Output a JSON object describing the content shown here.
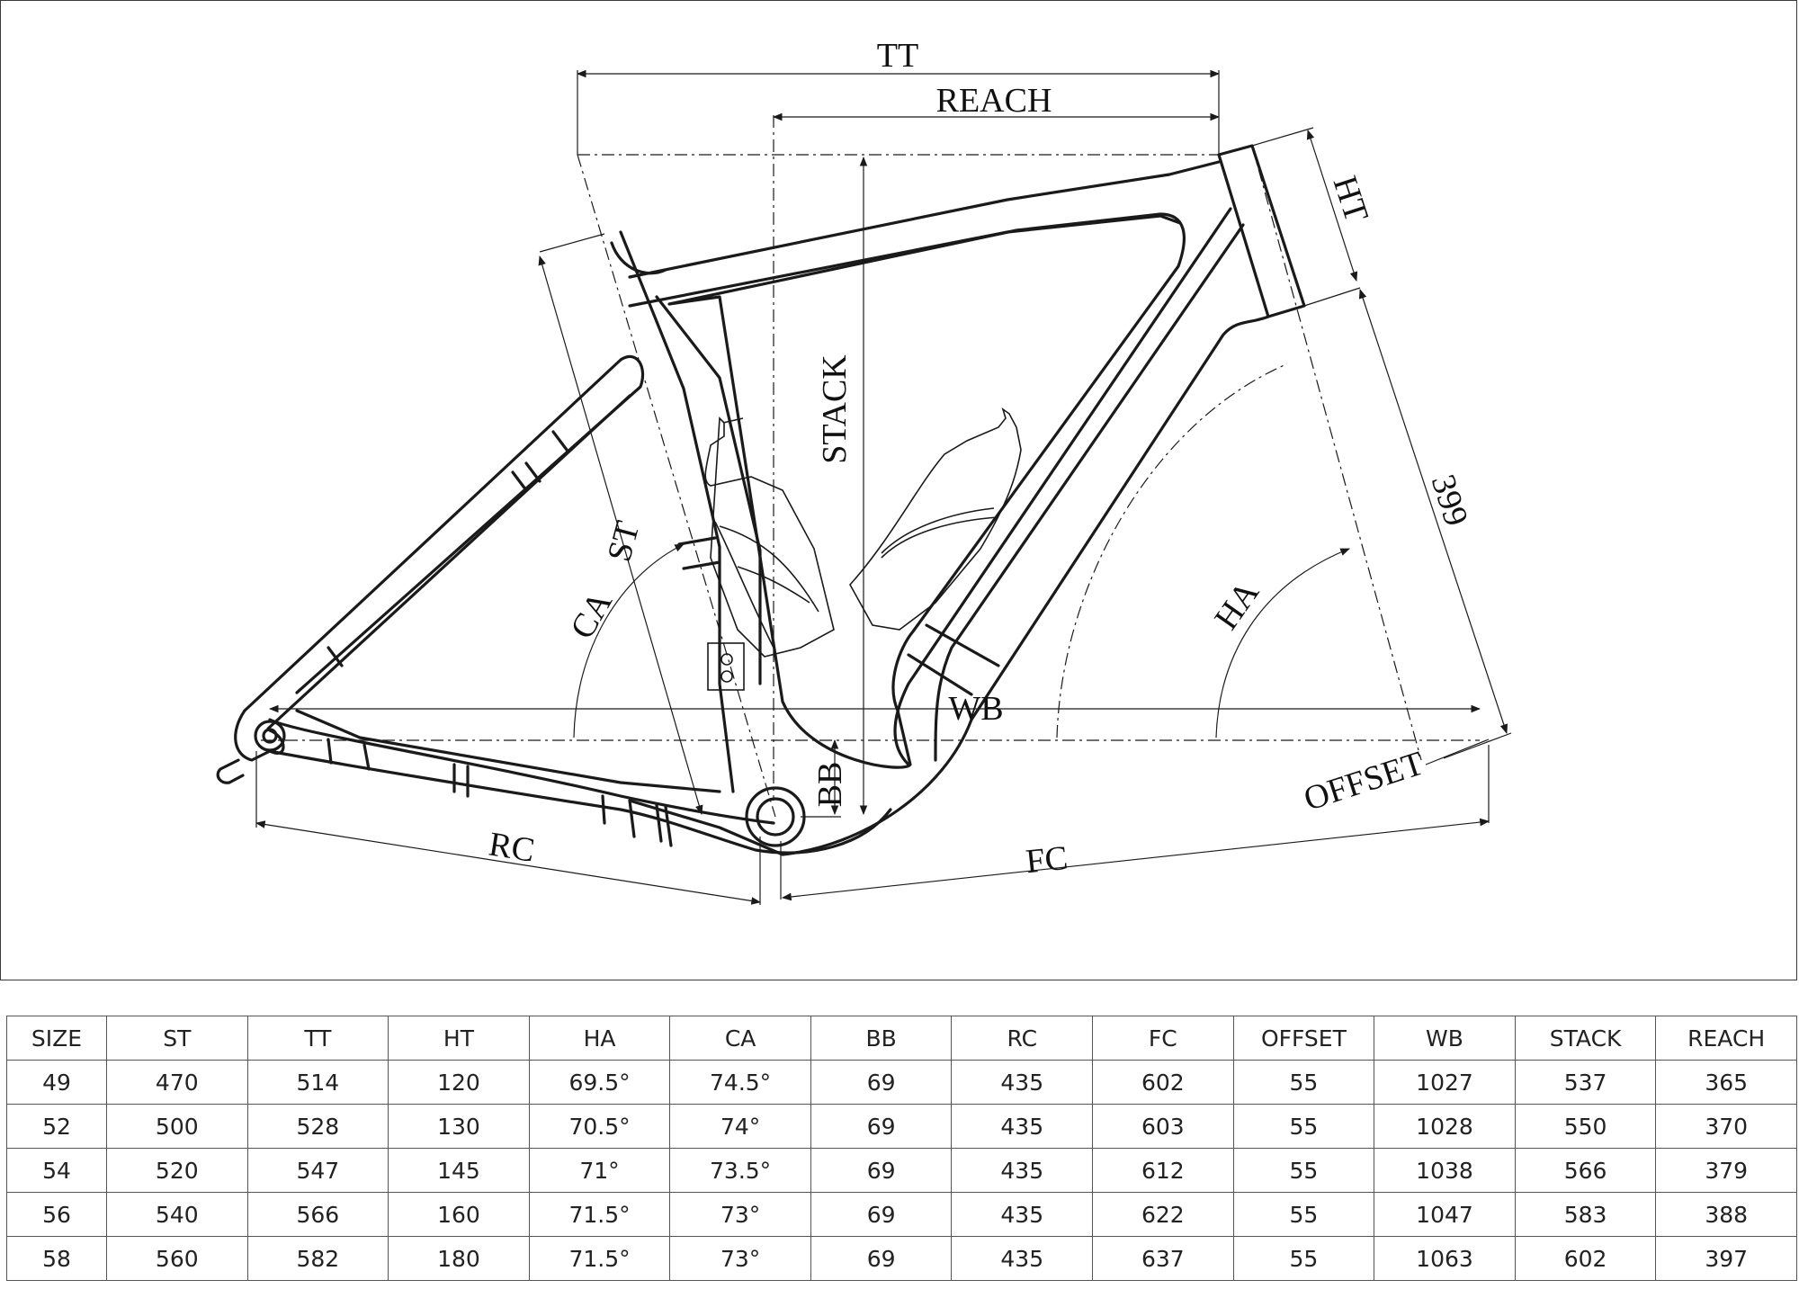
{
  "diagram": {
    "labels": {
      "tt": "TT",
      "reach": "REACH",
      "ht": "HT",
      "stack": "STACK",
      "st": "ST",
      "ca": "CA",
      "ha": "HA",
      "fork_length": "399",
      "wb": "WB",
      "bb": "BB",
      "offset": "OFFSET",
      "rc": "RC",
      "fc": "FC"
    },
    "icons": {
      "frame": "bicycle-frame-drawing",
      "bottle": "water-bottle-icon"
    },
    "line_color": "#1a1a1a"
  },
  "geometry_table": {
    "headers": [
      "SIZE",
      "ST",
      "TT",
      "HT",
      "HA",
      "CA",
      "BB",
      "RC",
      "FC",
      "OFFSET",
      "WB",
      "STACK",
      "REACH"
    ],
    "rows": [
      [
        "49",
        "470",
        "514",
        "120",
        "69.5°",
        "74.5°",
        "69",
        "435",
        "602",
        "55",
        "1027",
        "537",
        "365"
      ],
      [
        "52",
        "500",
        "528",
        "130",
        "70.5°",
        "74°",
        "69",
        "435",
        "603",
        "55",
        "1028",
        "550",
        "370"
      ],
      [
        "54",
        "520",
        "547",
        "145",
        "71°",
        "73.5°",
        "69",
        "435",
        "612",
        "55",
        "1038",
        "566",
        "379"
      ],
      [
        "56",
        "540",
        "566",
        "160",
        "71.5°",
        "73°",
        "69",
        "435",
        "622",
        "55",
        "1047",
        "583",
        "388"
      ],
      [
        "58",
        "560",
        "582",
        "180",
        "71.5°",
        "73°",
        "69",
        "435",
        "637",
        "55",
        "1063",
        "602",
        "397"
      ]
    ]
  }
}
